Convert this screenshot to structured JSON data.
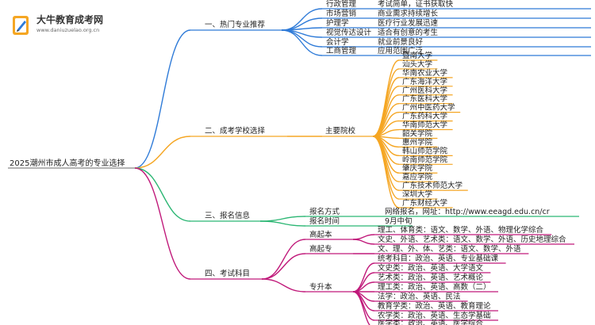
{
  "logo": {
    "title": "大牛教育成考网",
    "url": "www.daniuzuelao.org.cn",
    "icon": "book-pencil-icon"
  },
  "root": "2025潮州市成人高考的专业选择",
  "colors": {
    "blue": "#2f7bd8",
    "orange": "#f5a623",
    "green": "#2bb673",
    "magenta": "#c0197a",
    "root_line": "#888888"
  },
  "branches": [
    {
      "label": "一、热门专业推荐",
      "items": [
        {
          "name": "行政管理",
          "note": "考试简单，证书获取快"
        },
        {
          "name": "市场营销",
          "note": "商业需求持续增长"
        },
        {
          "name": "护理学",
          "note": "医疗行业发展迅速"
        },
        {
          "name": "视觉传达设计",
          "note": "适合有创意的考生"
        },
        {
          "name": "会计学",
          "note": "就业前景良好"
        },
        {
          "name": "工商管理",
          "note": "应用范围广泛"
        }
      ]
    },
    {
      "label": "二、成考学校选择",
      "sub": "主要院校",
      "schools": [
        "暨南大学",
        "汕头大学",
        "华南农业大学",
        "广东海洋大学",
        "广州医科大学",
        "广东医科大学",
        "广州中医药大学",
        "广东药科大学",
        "华南师范大学",
        "韶关学院",
        "惠州学院",
        "韩山师范学院",
        "岭南师范学院",
        "肇庆学院",
        "嘉应学院",
        "广东技术师范大学",
        "深圳大学",
        "广东财经大学"
      ]
    },
    {
      "label": "三、报名信息",
      "items": [
        {
          "name": "报名方式",
          "note": "网络报名，网址：http://www.eeagd.edu.cn/cr"
        },
        {
          "name": "报名时间",
          "note": "9月中旬"
        }
      ]
    },
    {
      "label": "四、考试科目",
      "groups": [
        {
          "name": "高起本",
          "items": [
            "理工、体育类：语文、数学、外语、物理化学综合",
            "文史、外语、艺术类：语文、数学、外语、历史地理综合"
          ]
        },
        {
          "name": "高起专",
          "items": [
            "文、理、外、体、艺类：语文、数学、外语"
          ]
        },
        {
          "name": "专升本",
          "items": [
            "统考科目：政治、英语、专业基础课",
            "文史类：政治、英语、大学语文",
            "艺术类：政治、英语、艺术概论",
            "理工类：政治、英语、高数（二）",
            "法学：政治、英语、民法",
            "教育学类：政治、英语、教育理论",
            "农学类：政治、英语、生态学基础",
            "医学类：政治、英语、医学综合"
          ]
        }
      ]
    }
  ]
}
